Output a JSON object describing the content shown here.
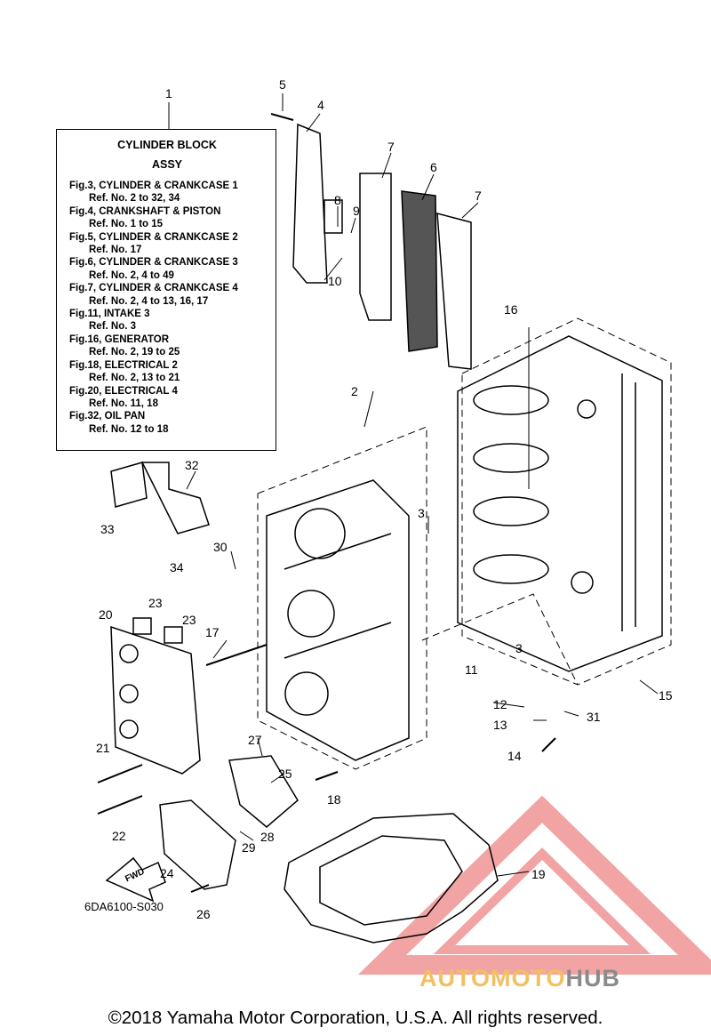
{
  "reference_box": {
    "title_line1": "CYLINDER BLOCK",
    "title_line2": "ASSY",
    "lines": [
      {
        "text": "Fig.3, CYLINDER & CRANKCASE 1",
        "indent": false
      },
      {
        "text": "Ref. No. 2 to 32, 34",
        "indent": true
      },
      {
        "text": "Fig.4, CRANKSHAFT & PISTON",
        "indent": false
      },
      {
        "text": "Ref. No. 1 to 15",
        "indent": true
      },
      {
        "text": "Fig.5, CYLINDER & CRANKCASE 2",
        "indent": false
      },
      {
        "text": "Ref. No. 17",
        "indent": true
      },
      {
        "text": "Fig.6, CYLINDER & CRANKCASE 3",
        "indent": false
      },
      {
        "text": "Ref. No. 2, 4 to 49",
        "indent": true
      },
      {
        "text": "Fig.7, CYLINDER & CRANKCASE 4",
        "indent": false
      },
      {
        "text": "Ref. No. 2, 4 to 13, 16, 17",
        "indent": true
      },
      {
        "text": "Fig.11, INTAKE 3",
        "indent": false
      },
      {
        "text": "Ref. No. 3",
        "indent": true
      },
      {
        "text": "Fig.16, GENERATOR",
        "indent": false
      },
      {
        "text": "Ref. No. 2, 19 to 25",
        "indent": true
      },
      {
        "text": "Fig.18, ELECTRICAL 2",
        "indent": false
      },
      {
        "text": "Ref. No. 2, 13 to 21",
        "indent": true
      },
      {
        "text": "Fig.20, ELECTRICAL 4",
        "indent": false
      },
      {
        "text": "Ref. No. 11, 18",
        "indent": true
      },
      {
        "text": "Fig.32, OIL PAN",
        "indent": false
      },
      {
        "text": "Ref. No. 12 to 18",
        "indent": true
      }
    ]
  },
  "callouts": [
    "1",
    "5",
    "4",
    "7",
    "6",
    "7",
    "8",
    "9",
    "10",
    "16",
    "2",
    "32",
    "33",
    "34",
    "30",
    "3",
    "23",
    "20",
    "23",
    "17",
    "11",
    "3",
    "12",
    "13",
    "31",
    "14",
    "15",
    "21",
    "27",
    "25",
    "18",
    "22",
    "28",
    "29",
    "24",
    "19",
    "26"
  ],
  "fwd_label": "FWD",
  "diagram_code": "6DA6100-S030",
  "watermark": {
    "part1": "AUTOMOTO",
    "part2": "HUB",
    "color_primary": "#f2bf62",
    "color_secondary": "#8a8a8a",
    "logo_color": "#e85a5a"
  },
  "copyright": "©2018 Yamaha Motor Corporation, U.S.A. All rights reserved."
}
